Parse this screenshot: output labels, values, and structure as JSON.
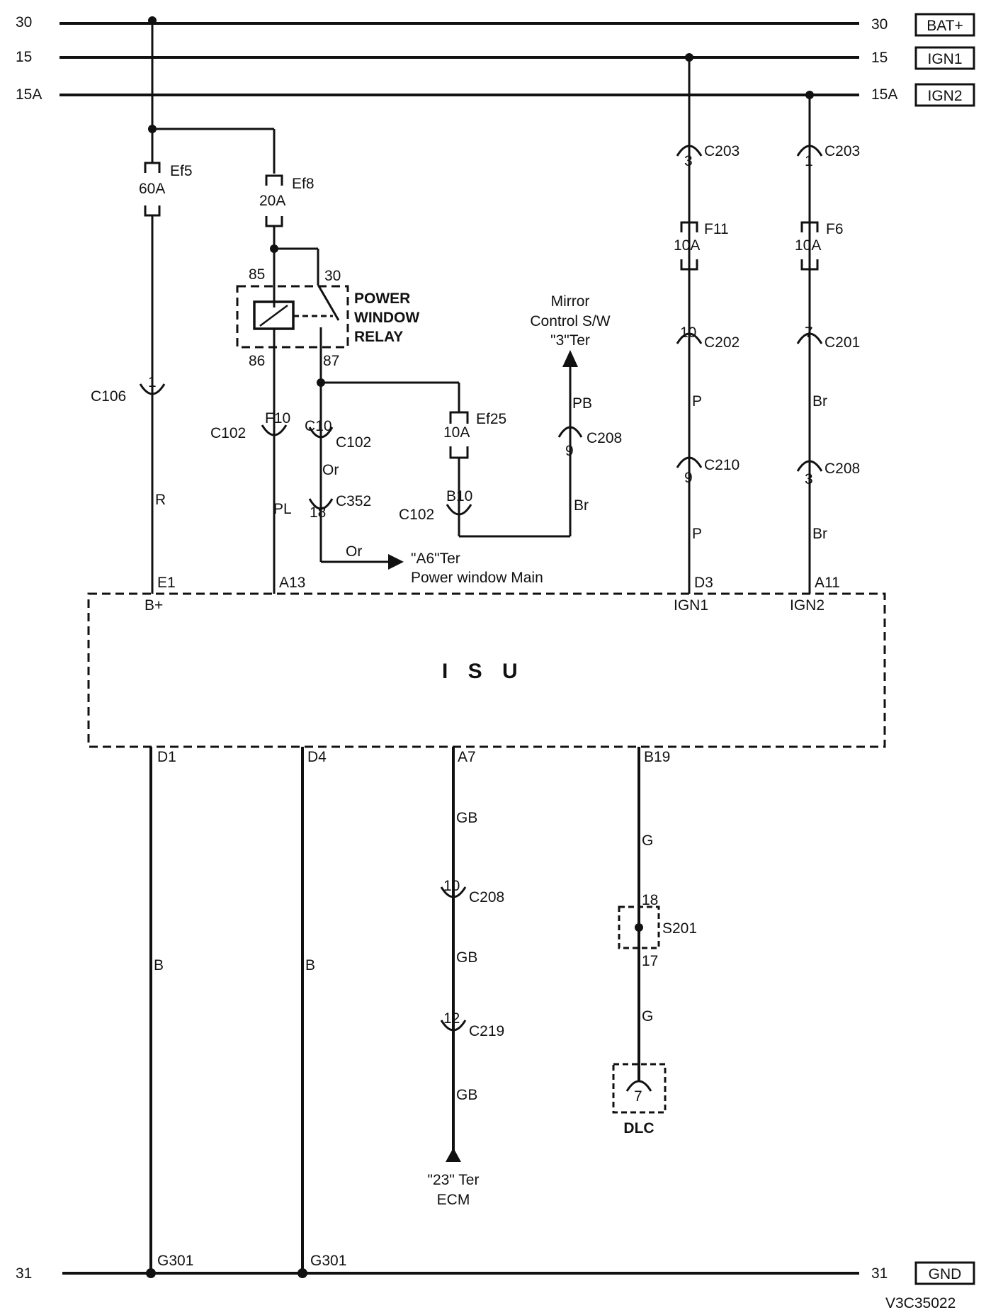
{
  "rails": {
    "r30": {
      "left": "30",
      "right": "30",
      "tag": "BAT+"
    },
    "r15": {
      "left": "15",
      "right": "15",
      "tag": "IGN1"
    },
    "r15a": {
      "left": "15A",
      "right": "15A",
      "tag": "IGN2"
    },
    "r31": {
      "left": "31",
      "right": "31",
      "tag": "GND"
    }
  },
  "fuses": {
    "ef5": {
      "name": "Ef5",
      "rating": "60A"
    },
    "ef8": {
      "name": "Ef8",
      "rating": "20A"
    },
    "ef25": {
      "name": "Ef25",
      "rating": "10A"
    },
    "f11": {
      "name": "F11",
      "rating": "10A"
    },
    "f6": {
      "name": "F6",
      "rating": "10A"
    }
  },
  "relay": {
    "line1": "POWER",
    "line2": "WINDOW",
    "line3": "RELAY",
    "pin85": "85",
    "pin30": "30",
    "pin86": "86",
    "pin87": "87"
  },
  "connectors": {
    "c106": {
      "name": "C106",
      "pin": "1"
    },
    "c102_f10": {
      "name": "C102",
      "pin": "F10"
    },
    "c102_c10": {
      "name": "C102",
      "pin": "C10"
    },
    "c352": {
      "name": "C352",
      "pin": "18"
    },
    "c102_b10": {
      "name": "C102",
      "pin": "B10"
    },
    "c208_mirror": {
      "name": "C208",
      "pin": "9"
    },
    "c203_ign1": {
      "name": "C203",
      "pin": "3"
    },
    "c202": {
      "name": "C202",
      "pin": "10"
    },
    "c210": {
      "name": "C210",
      "pin": "9"
    },
    "c203_ign2": {
      "name": "C203",
      "pin": "1"
    },
    "c201": {
      "name": "C201",
      "pin": "7"
    },
    "c208_ign2": {
      "name": "C208",
      "pin": "3"
    },
    "c208_a7": {
      "name": "C208",
      "pin": "10"
    },
    "c219": {
      "name": "C219",
      "pin": "12"
    },
    "dlc": {
      "name": "DLC",
      "pin": "7"
    }
  },
  "wire_colors": {
    "e1": "R",
    "a13": "PL",
    "or_upper": "Or",
    "or_lower": "Or",
    "pb": "PB",
    "br_mirror": "Br",
    "p_upper": "P",
    "p_lower": "P",
    "br_upper": "Br",
    "br_lower": "Br",
    "d1": "B",
    "d4": "B",
    "gb1": "GB",
    "gb2": "GB",
    "gb3": "GB",
    "g1": "G",
    "g2": "G"
  },
  "mirror": {
    "line1": "Mirror",
    "line2": "Control S/W",
    "line3": "\"3\"Ter"
  },
  "pw_main": {
    "line1": "\"A6\"Ter",
    "line2": "Power window Main"
  },
  "ecm": {
    "line1": "\"23\" Ter",
    "line2": "ECM"
  },
  "isu": {
    "title": "I S U",
    "pins_top": {
      "e1": "E1",
      "bplus": "B+",
      "a13": "A13",
      "d3": "D3",
      "ign1": "IGN1",
      "a11": "A11",
      "ign2": "IGN2"
    },
    "pins_bottom": {
      "d1": "D1",
      "d4": "D4",
      "a7": "A7",
      "b19": "B19"
    }
  },
  "splice": {
    "name": "S201",
    "pin_top": "18",
    "pin_bottom": "17"
  },
  "grounds": {
    "g1": "G301",
    "g2": "G301"
  },
  "figure_id": "V3C35022"
}
